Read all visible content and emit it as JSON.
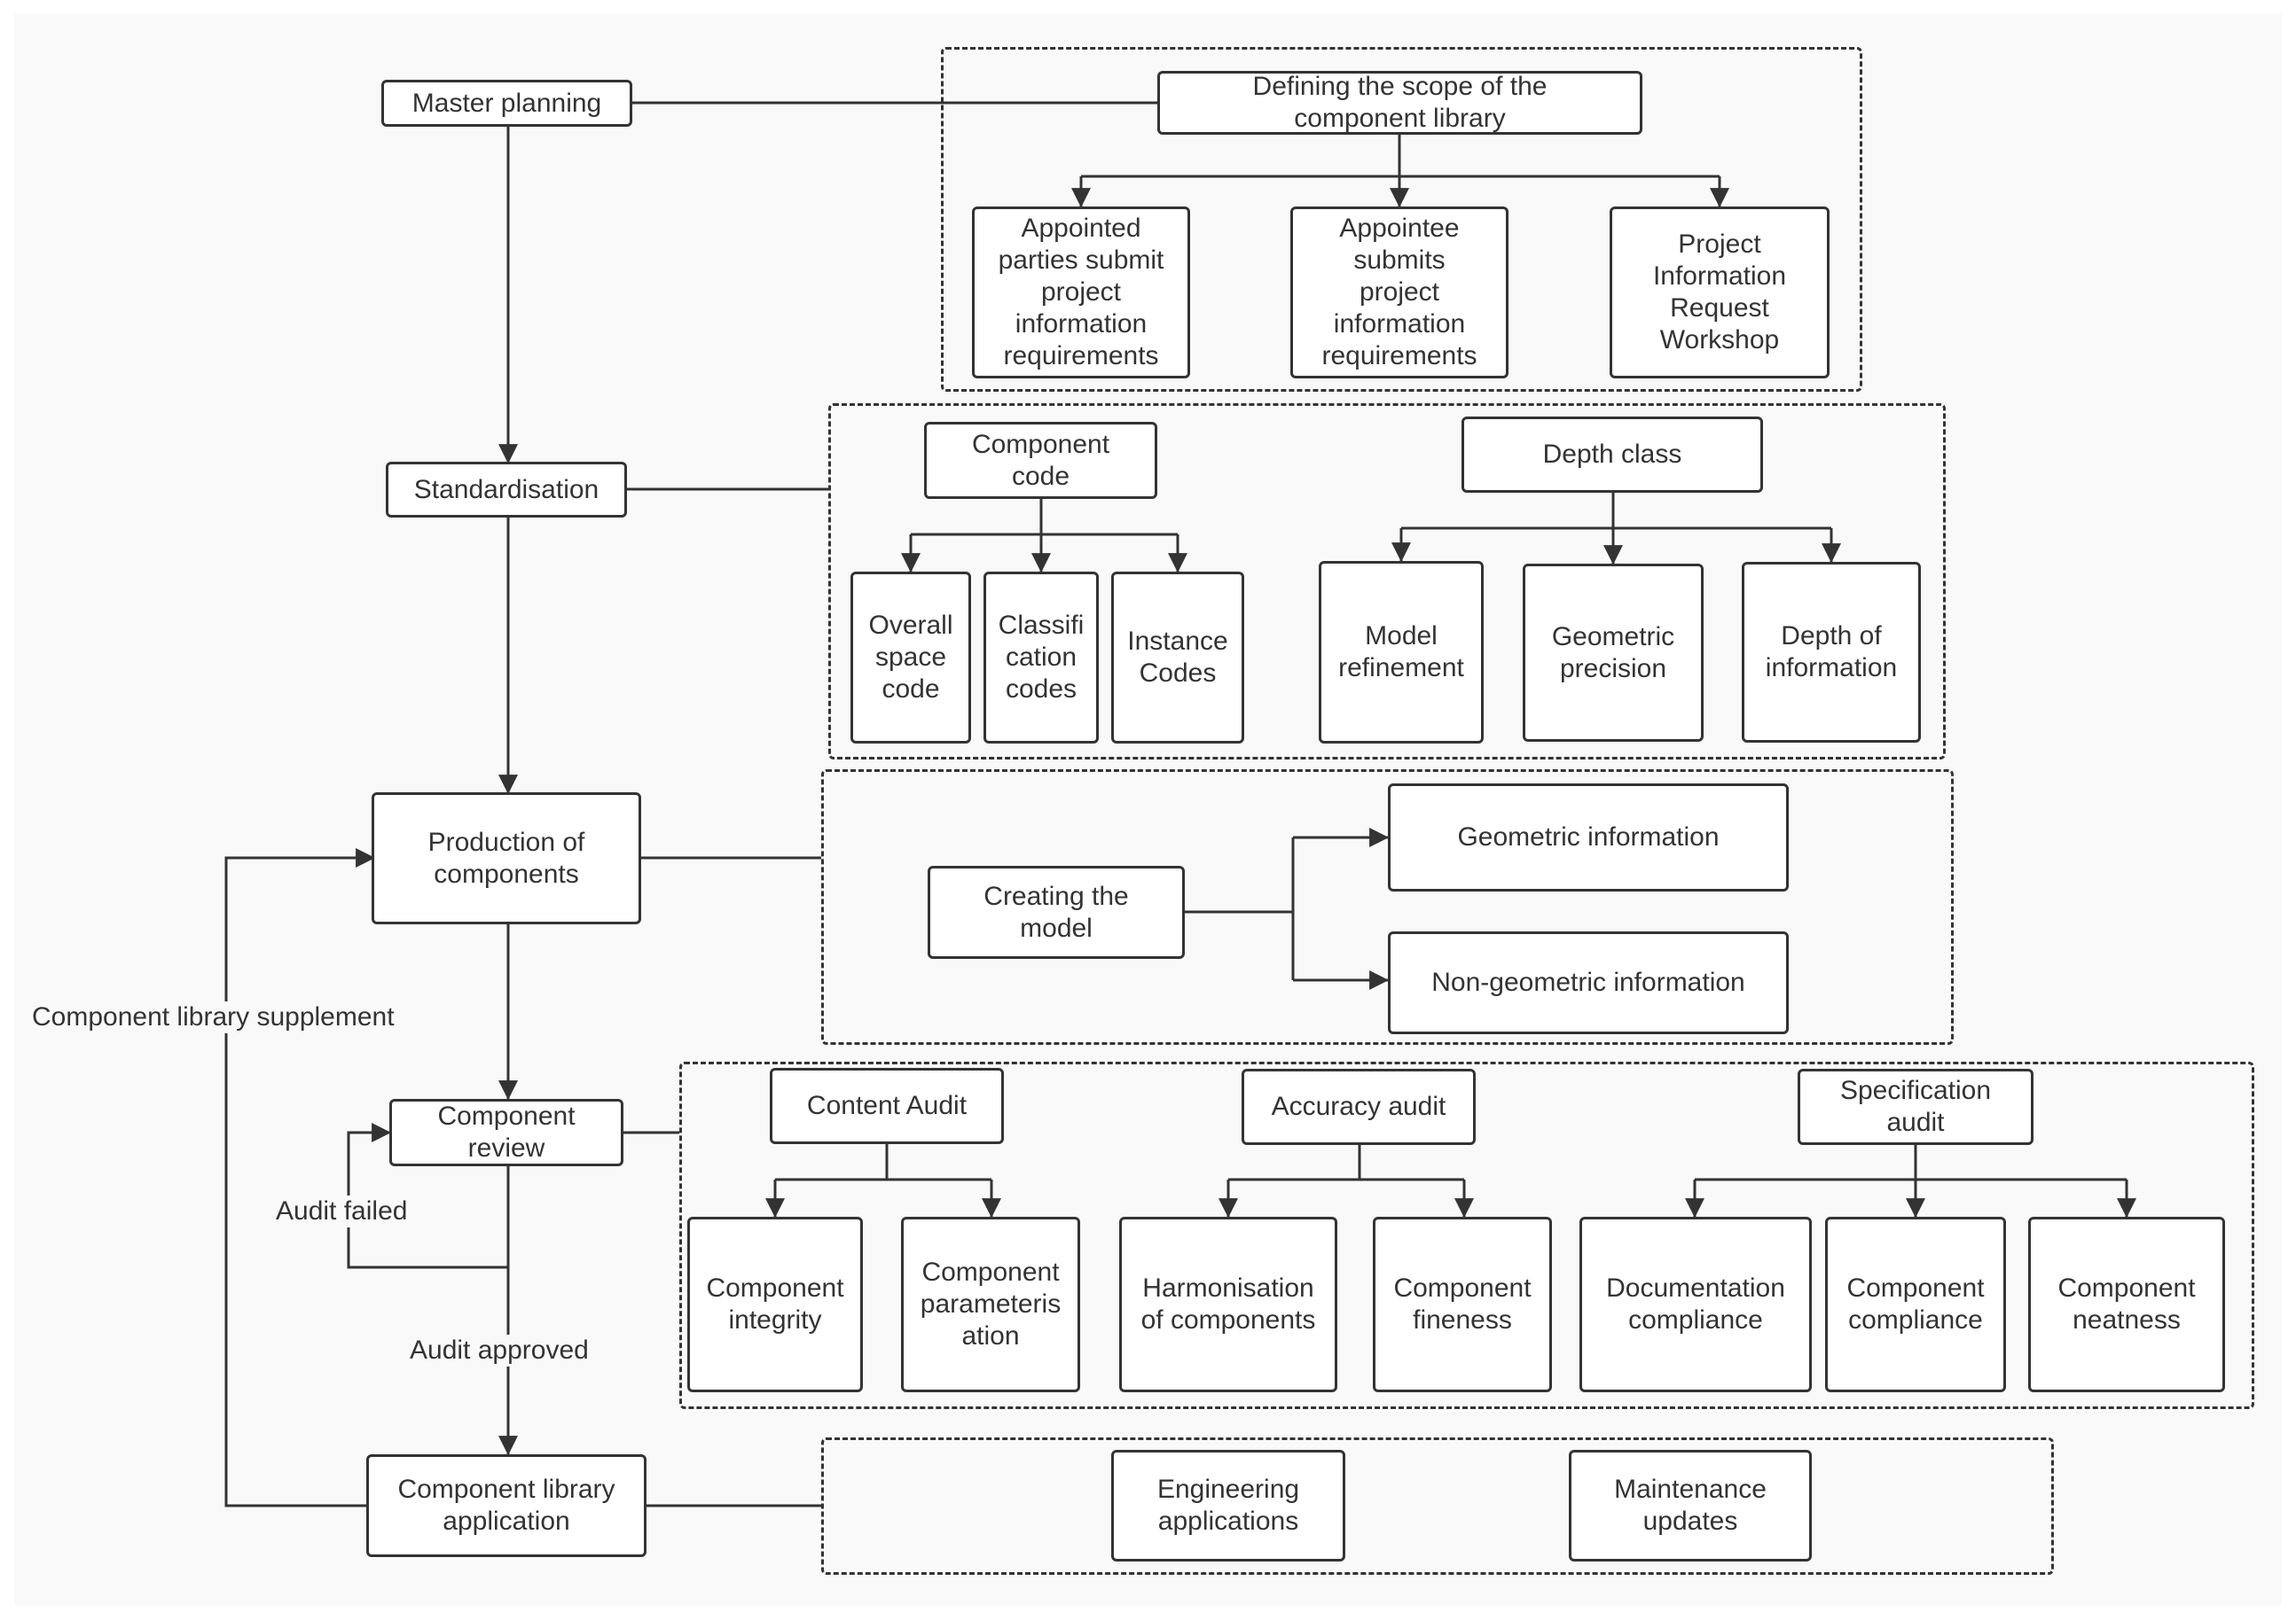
{
  "main": {
    "master_planning": "Master planning",
    "standardisation": "Standardisation",
    "production": "Production of\ncomponents",
    "review": "Component\nreview",
    "application": "Component library\napplication"
  },
  "flow_labels": {
    "supplement": "Component library supplement",
    "audit_failed": "Audit failed",
    "audit_approved": "Audit approved"
  },
  "planning": {
    "scope": "Defining the scope of the\ncomponent library",
    "appointed": "Appointed\nparties submit\nproject\ninformation\nrequirements",
    "appointee": "Appointee\nsubmits\nproject\ninformation\nrequirements",
    "workshop": "Project\nInformation\nRequest\nWorkshop"
  },
  "standards": {
    "component_code": "Component\ncode",
    "overall_space": "Overall\nspace\ncode",
    "classification": "Classifi\ncation\ncodes",
    "instance": "Instance\nCodes",
    "depth_class": "Depth class",
    "model_refinement": "Model\nrefinement",
    "geometric_precision": "Geometric\nprecision",
    "depth_info": "Depth of\ninformation"
  },
  "production": {
    "creating_model": "Creating the\nmodel",
    "geometric_info": "Geometric information",
    "non_geometric_info": "Non-geometric information"
  },
  "review": {
    "content_audit": "Content Audit",
    "integrity": "Component\nintegrity",
    "parameterisation": "Component\nparameteris\nation",
    "accuracy_audit": "Accuracy audit",
    "harmonisation": "Harmonisation\nof components",
    "fineness": "Component\nfineness",
    "spec_audit": "Specification\naudit",
    "documentation": "Documentation\ncompliance",
    "compliance": "Component\ncompliance",
    "neatness": "Component\nneatness"
  },
  "application": {
    "engineering": "Engineering\napplications",
    "maintenance": "Maintenance\nupdates"
  }
}
